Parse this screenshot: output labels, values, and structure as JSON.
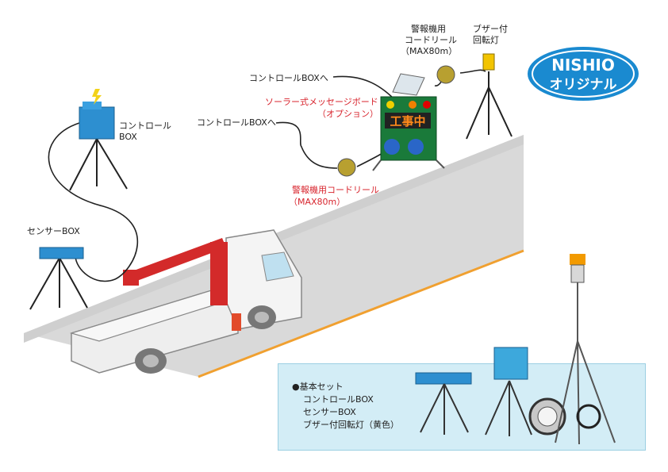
{
  "labels": {
    "control_box_left": "コントロール\nBOX",
    "sensor_box": "センサーBOX",
    "control_box_to_1": "コントロールBOXへ",
    "control_box_to_2": "コントロールBOXへ",
    "solar_board": "ソーラー式メッセージボード",
    "solar_board_option": "（オプション）",
    "cord_reel_top_l1": "警報機用",
    "cord_reel_top_l2": "コードリール",
    "cord_reel_top_l3": "（MAX80m）",
    "buzzer_top_l1": "ブザー付",
    "buzzer_top_l2": "回転灯",
    "cord_reel_mid_l1": "警報機用コードリール",
    "cord_reel_mid_l2": "（MAX80m）",
    "board_text": "工事中"
  },
  "logo": {
    "line1": "NISHIO",
    "line2": "オリジナル"
  },
  "basic_set": {
    "title": "●基本セット",
    "items": [
      "コントロールBOX",
      "センサーBOX",
      "ブザー付回転灯（黄色）"
    ]
  },
  "colors": {
    "road": "#d9d9d9",
    "curb": "#f0a030",
    "boom": "#d32a2a",
    "box_blue": "#2d8fd0",
    "logo_blue": "#1a8ad0",
    "accent_red": "#d8252e"
  }
}
